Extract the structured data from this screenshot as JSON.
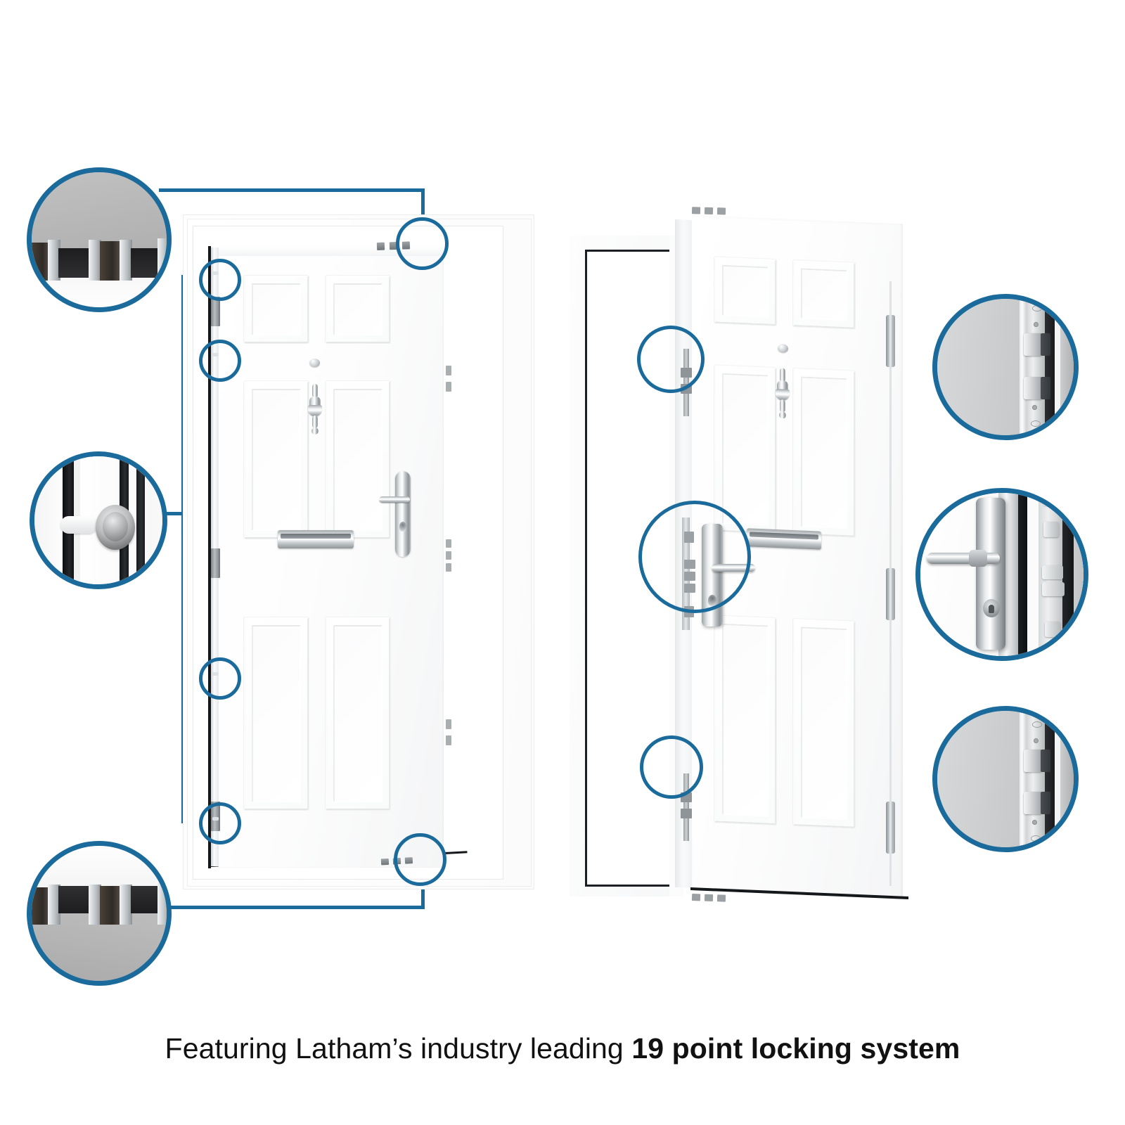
{
  "page": {
    "background": "#ffffff",
    "accent_color": "#1a6b9c",
    "caption_prefix": "Featuring Latham’s industry leading ",
    "caption_emphasis": "19 point locking system",
    "caption_full": "Featuring Latham’s industry leading 19 point locking system"
  },
  "diagram": {
    "title_text": "Featuring Latham’s industry leading 19 point locking system",
    "doors": [
      {
        "id": "closed-door",
        "name": "Closed steel security door in frame (front view)",
        "view": "front-closed",
        "panel_count": 6,
        "hardware": [
          "door-knocker",
          "letterplate",
          "spyhole",
          "lever-handle-with-keyhole"
        ],
        "visible_features": [
          "top-shootbolts",
          "bottom-shootbolts",
          "hinge-bolts",
          "door-frame",
          "hinges",
          "keeps"
        ]
      },
      {
        "id": "open-door",
        "name": "Open steel security door showing lock edge",
        "view": "three-quarter-open",
        "panel_count": 6,
        "hardware": [
          "door-knocker",
          "letterplate",
          "spyhole",
          "lever-handle-with-keyhole"
        ],
        "visible_features": [
          "hook-bolts-top",
          "multipoint-lock-centre",
          "hook-bolts-bottom",
          "hinges",
          "door-frame"
        ]
      }
    ],
    "detail_callouts": [
      {
        "id": "detail-top-shootbolts",
        "position": "top-left",
        "subject": "top-shoot-bolts",
        "description": "Three chrome shoot bolts engaging the head of the frame",
        "points_to": "closed-door-top-edge"
      },
      {
        "id": "detail-hinge-bolt",
        "position": "middle-left",
        "subject": "hinge-side-dog-bolt",
        "description": "Fixed hinge-side dog bolt engaging its keep",
        "points_to": "closed-door-hinge-bolt-markers"
      },
      {
        "id": "detail-bottom-shootbolts",
        "position": "bottom-left",
        "subject": "bottom-shoot-bolts",
        "description": "Three chrome shoot bolts engaging the threshold",
        "points_to": "closed-door-bottom-edge"
      },
      {
        "id": "detail-hook-bolts-upper",
        "position": "top-right",
        "subject": "upper-hook-bolts",
        "description": "Two stainless hook bolts on the lock edge of the door",
        "points_to": "open-door-upper-edge"
      },
      {
        "id": "detail-multipoint-lock",
        "position": "middle-right",
        "subject": "multipoint-lock-and-handle",
        "description": "Lever handle, euro cylinder keyhole and multipoint lock keep",
        "points_to": "open-door-lock-centre"
      },
      {
        "id": "detail-hook-bolts-lower",
        "position": "bottom-right",
        "subject": "lower-hook-bolts",
        "description": "Two stainless hook bolts on the lower lock edge",
        "points_to": "open-door-lower-edge"
      }
    ],
    "markers": [
      {
        "id": "marker-top-edge",
        "label": "top shoot bolts"
      },
      {
        "id": "marker-hinge-1",
        "label": "hinge bolt 1"
      },
      {
        "id": "marker-hinge-2",
        "label": "hinge bolt 2"
      },
      {
        "id": "marker-hinge-3",
        "label": "hinge bolt 3"
      },
      {
        "id": "marker-hinge-4",
        "label": "hinge bolt 4"
      },
      {
        "id": "marker-bottom-edge",
        "label": "bottom shoot bolts"
      },
      {
        "id": "marker-open-top",
        "label": "upper hook bolts"
      },
      {
        "id": "marker-open-centre",
        "label": "multipoint lock"
      },
      {
        "id": "marker-open-bottom",
        "label": "lower hook bolts"
      }
    ]
  }
}
